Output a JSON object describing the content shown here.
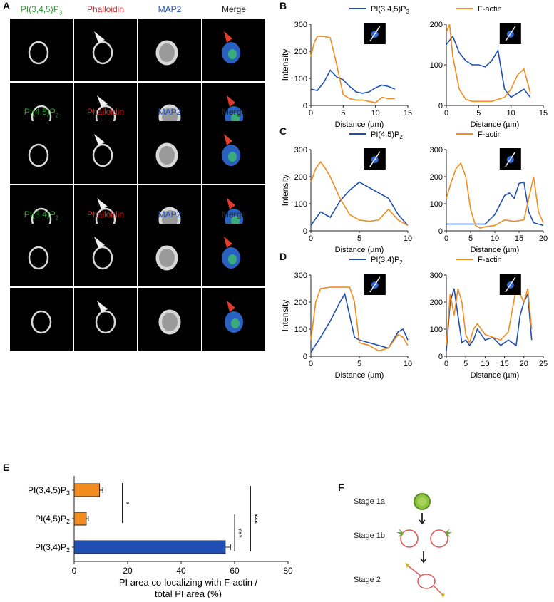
{
  "panels": {
    "A": {
      "letter": "A",
      "groups": [
        {
          "headers": [
            {
              "text": "PI(3,4,5)P",
              "sub": "3",
              "color": "#2ca02c"
            },
            {
              "text": "Phalloidin",
              "sub": "",
              "color": "#d62728"
            },
            {
              "text": "MAP2",
              "sub": "",
              "color": "#1f4fb4"
            },
            {
              "text": "Merge",
              "sub": "",
              "color": "#222222"
            }
          ]
        },
        {
          "headers": [
            {
              "text": "PI(4,5)P",
              "sub": "2",
              "color": "#2ca02c"
            },
            {
              "text": "Phalloidin",
              "sub": "",
              "color": "#d62728"
            },
            {
              "text": "MAP2",
              "sub": "",
              "color": "#1f4fb4"
            },
            {
              "text": "Merge",
              "sub": "",
              "color": "#222222"
            }
          ]
        },
        {
          "headers": [
            {
              "text": "PI(3,4)P",
              "sub": "2",
              "color": "#2ca02c"
            },
            {
              "text": "Phalloidin",
              "sub": "",
              "color": "#d62728"
            },
            {
              "text": "MAP2",
              "sub": "",
              "color": "#1f4fb4"
            },
            {
              "text": "Merge",
              "sub": "",
              "color": "#222222"
            }
          ]
        }
      ]
    },
    "B": {
      "letter": "B",
      "legend_pi": "PI(3,4,5)P",
      "legend_pi_sub": "3",
      "legend_actin": "F-actin"
    },
    "C": {
      "letter": "C",
      "legend_pi": "PI(4,5)P",
      "legend_pi_sub": "2",
      "legend_actin": "F-actin"
    },
    "D": {
      "letter": "D",
      "legend_pi": "PI(3,4)P",
      "legend_pi_sub": "2",
      "legend_actin": "F-actin"
    },
    "E": {
      "letter": "E"
    },
    "F": {
      "letter": "F",
      "stage_1a": "Stage 1a",
      "stage_1b": "Stage 1b",
      "stage_2": "Stage 2"
    }
  },
  "chart_data": [
    {
      "id": "B-left",
      "type": "line",
      "xlabel": "Distance (µm)",
      "ylabel": "Intensity",
      "xlim": [
        0,
        15
      ],
      "ylim": [
        0,
        300
      ],
      "xticks": [
        0,
        5,
        10,
        15
      ],
      "yticks": [
        0,
        100,
        200,
        300
      ],
      "series": [
        {
          "name": "PI(3,4,5)P3",
          "color": "#1f4fb4",
          "x": [
            0,
            1,
            2,
            3,
            4,
            5,
            6,
            7,
            8,
            9,
            10,
            11,
            12,
            13
          ],
          "y": [
            60,
            55,
            85,
            130,
            105,
            95,
            70,
            50,
            45,
            50,
            65,
            75,
            70,
            60
          ]
        },
        {
          "name": "F-actin",
          "color": "#f28c1e",
          "x": [
            0,
            0.5,
            1,
            2,
            3,
            4,
            5,
            6,
            7,
            8,
            9,
            10,
            11,
            12,
            13
          ],
          "y": [
            180,
            230,
            255,
            255,
            250,
            150,
            40,
            25,
            20,
            20,
            15,
            10,
            30,
            25,
            25
          ]
        }
      ]
    },
    {
      "id": "B-right",
      "type": "line",
      "xlabel": "Distance (µm)",
      "ylabel": "",
      "xlim": [
        0,
        15
      ],
      "ylim": [
        0,
        200
      ],
      "xticks": [
        0,
        5,
        10,
        15
      ],
      "yticks": [
        0,
        100,
        200
      ],
      "series": [
        {
          "name": "PI(3,4,5)P3",
          "color": "#1f4fb4",
          "x": [
            0,
            1,
            2,
            3,
            4,
            5,
            6,
            7,
            8,
            9,
            10,
            11,
            12,
            13
          ],
          "y": [
            150,
            170,
            130,
            110,
            100,
            100,
            95,
            110,
            135,
            40,
            20,
            30,
            40,
            20
          ]
        },
        {
          "name": "F-actin",
          "color": "#f28c1e",
          "x": [
            0,
            0.5,
            1,
            2,
            3,
            4,
            5,
            6,
            7,
            8,
            9,
            10,
            11,
            12,
            13
          ],
          "y": [
            180,
            200,
            120,
            40,
            15,
            10,
            10,
            10,
            10,
            15,
            20,
            40,
            75,
            90,
            30
          ]
        }
      ]
    },
    {
      "id": "C-left",
      "type": "line",
      "xlabel": "Distance (µm)",
      "ylabel": "Intensity",
      "xlim": [
        0,
        10
      ],
      "ylim": [
        0,
        300
      ],
      "xticks": [
        0,
        5,
        10
      ],
      "yticks": [
        0,
        100,
        200,
        300
      ],
      "series": [
        {
          "name": "PI(4,5)P2",
          "color": "#1f4fb4",
          "x": [
            0,
            1,
            2,
            3,
            4,
            5,
            6,
            7,
            8,
            9,
            10
          ],
          "y": [
            20,
            70,
            50,
            110,
            150,
            180,
            160,
            140,
            120,
            60,
            20
          ]
        },
        {
          "name": "F-actin",
          "color": "#f28c1e",
          "x": [
            0,
            0.5,
            1,
            1.5,
            2,
            3,
            4,
            5,
            6,
            7,
            8,
            9,
            10
          ],
          "y": [
            180,
            230,
            255,
            230,
            200,
            120,
            60,
            40,
            35,
            40,
            80,
            40,
            20
          ]
        }
      ]
    },
    {
      "id": "C-right",
      "type": "line",
      "xlabel": "Distance (µm)",
      "ylabel": "",
      "xlim": [
        0,
        20
      ],
      "ylim": [
        0,
        300
      ],
      "xticks": [
        0,
        5,
        10,
        15,
        20
      ],
      "yticks": [
        0,
        100,
        200,
        300
      ],
      "series": [
        {
          "name": "PI(4,5)P2",
          "color": "#1f4fb4",
          "x": [
            0,
            2,
            4,
            6,
            8,
            10,
            12,
            13,
            14,
            15,
            16,
            17,
            18,
            19,
            20
          ],
          "y": [
            25,
            25,
            25,
            25,
            25,
            60,
            130,
            140,
            120,
            175,
            180,
            70,
            30,
            25,
            20
          ]
        },
        {
          "name": "F-actin",
          "color": "#f28c1e",
          "x": [
            0,
            1,
            2,
            3,
            4,
            5,
            6,
            7,
            8,
            10,
            12,
            14,
            16,
            17,
            18,
            19,
            20
          ],
          "y": [
            120,
            180,
            230,
            250,
            200,
            80,
            20,
            10,
            15,
            20,
            40,
            35,
            40,
            120,
            200,
            70,
            30
          ]
        }
      ]
    },
    {
      "id": "D-left",
      "type": "line",
      "xlabel": "Distance (µm)",
      "ylabel": "Intensity",
      "xlim": [
        0,
        10
      ],
      "ylim": [
        0,
        300
      ],
      "xticks": [
        0,
        5,
        10
      ],
      "yticks": [
        0,
        100,
        200,
        300
      ],
      "series": [
        {
          "name": "PI(3,4)P2",
          "color": "#1f4fb4",
          "x": [
            0,
            1,
            2,
            3,
            3.5,
            4,
            4.5,
            5,
            6,
            7,
            8,
            9,
            9.5,
            10
          ],
          "y": [
            15,
            70,
            130,
            200,
            230,
            150,
            70,
            60,
            50,
            40,
            30,
            90,
            100,
            60
          ]
        },
        {
          "name": "F-actin",
          "color": "#f28c1e",
          "x": [
            0,
            0.5,
            1,
            2,
            3,
            4,
            4.5,
            5,
            6,
            7,
            8,
            9,
            9.5,
            10
          ],
          "y": [
            60,
            200,
            250,
            255,
            255,
            255,
            200,
            50,
            40,
            20,
            30,
            80,
            70,
            40
          ]
        }
      ]
    },
    {
      "id": "D-right",
      "type": "line",
      "xlabel": "Distance (µm)",
      "ylabel": "",
      "xlim": [
        0,
        25
      ],
      "ylim": [
        0,
        300
      ],
      "xticks": [
        0,
        5,
        10,
        15,
        20,
        25
      ],
      "yticks": [
        0,
        100,
        200,
        300
      ],
      "series": [
        {
          "name": "PI(3,4)P2",
          "color": "#1f4fb4",
          "x": [
            0,
            1,
            2,
            3,
            4,
            5,
            6,
            7,
            8,
            10,
            12,
            14,
            16,
            18,
            19,
            20,
            21,
            22
          ],
          "y": [
            20,
            200,
            250,
            150,
            50,
            60,
            40,
            60,
            100,
            60,
            70,
            40,
            60,
            40,
            150,
            200,
            230,
            60
          ]
        },
        {
          "name": "F-actin",
          "color": "#f28c1e",
          "x": [
            0,
            1,
            2,
            3,
            4,
            5,
            6,
            7,
            8,
            10,
            12,
            14,
            16,
            18,
            19,
            20,
            21,
            22
          ],
          "y": [
            40,
            230,
            150,
            250,
            200,
            80,
            50,
            100,
            120,
            80,
            70,
            60,
            90,
            250,
            230,
            200,
            250,
            100
          ]
        }
      ]
    },
    {
      "id": "E",
      "type": "bar",
      "orientation": "horizontal",
      "categories": [
        {
          "text": "PI(3,4,5)P",
          "sub": "3"
        },
        {
          "text": "PI(4,5)P",
          "sub": "2"
        },
        {
          "text": "PI(3,4)P",
          "sub": "2"
        }
      ],
      "values": [
        9.5,
        4.5,
        56.5
      ],
      "errors": [
        1.2,
        0.8,
        2.0
      ],
      "colors": [
        "#f28c1e",
        "#f28c1e",
        "#1f4fb4"
      ],
      "xlim": [
        0,
        80
      ],
      "xticks": [
        0,
        20,
        40,
        60,
        80
      ],
      "xlabel_line1": "PI area co-localizing with F-actin /",
      "xlabel_line2": "total PI area (%)",
      "significance": [
        {
          "from": 0,
          "to": 1,
          "label": "*"
        },
        {
          "from": 1,
          "to": 2,
          "label": "***"
        },
        {
          "from": 0,
          "to": 2,
          "label": "***"
        }
      ]
    }
  ]
}
